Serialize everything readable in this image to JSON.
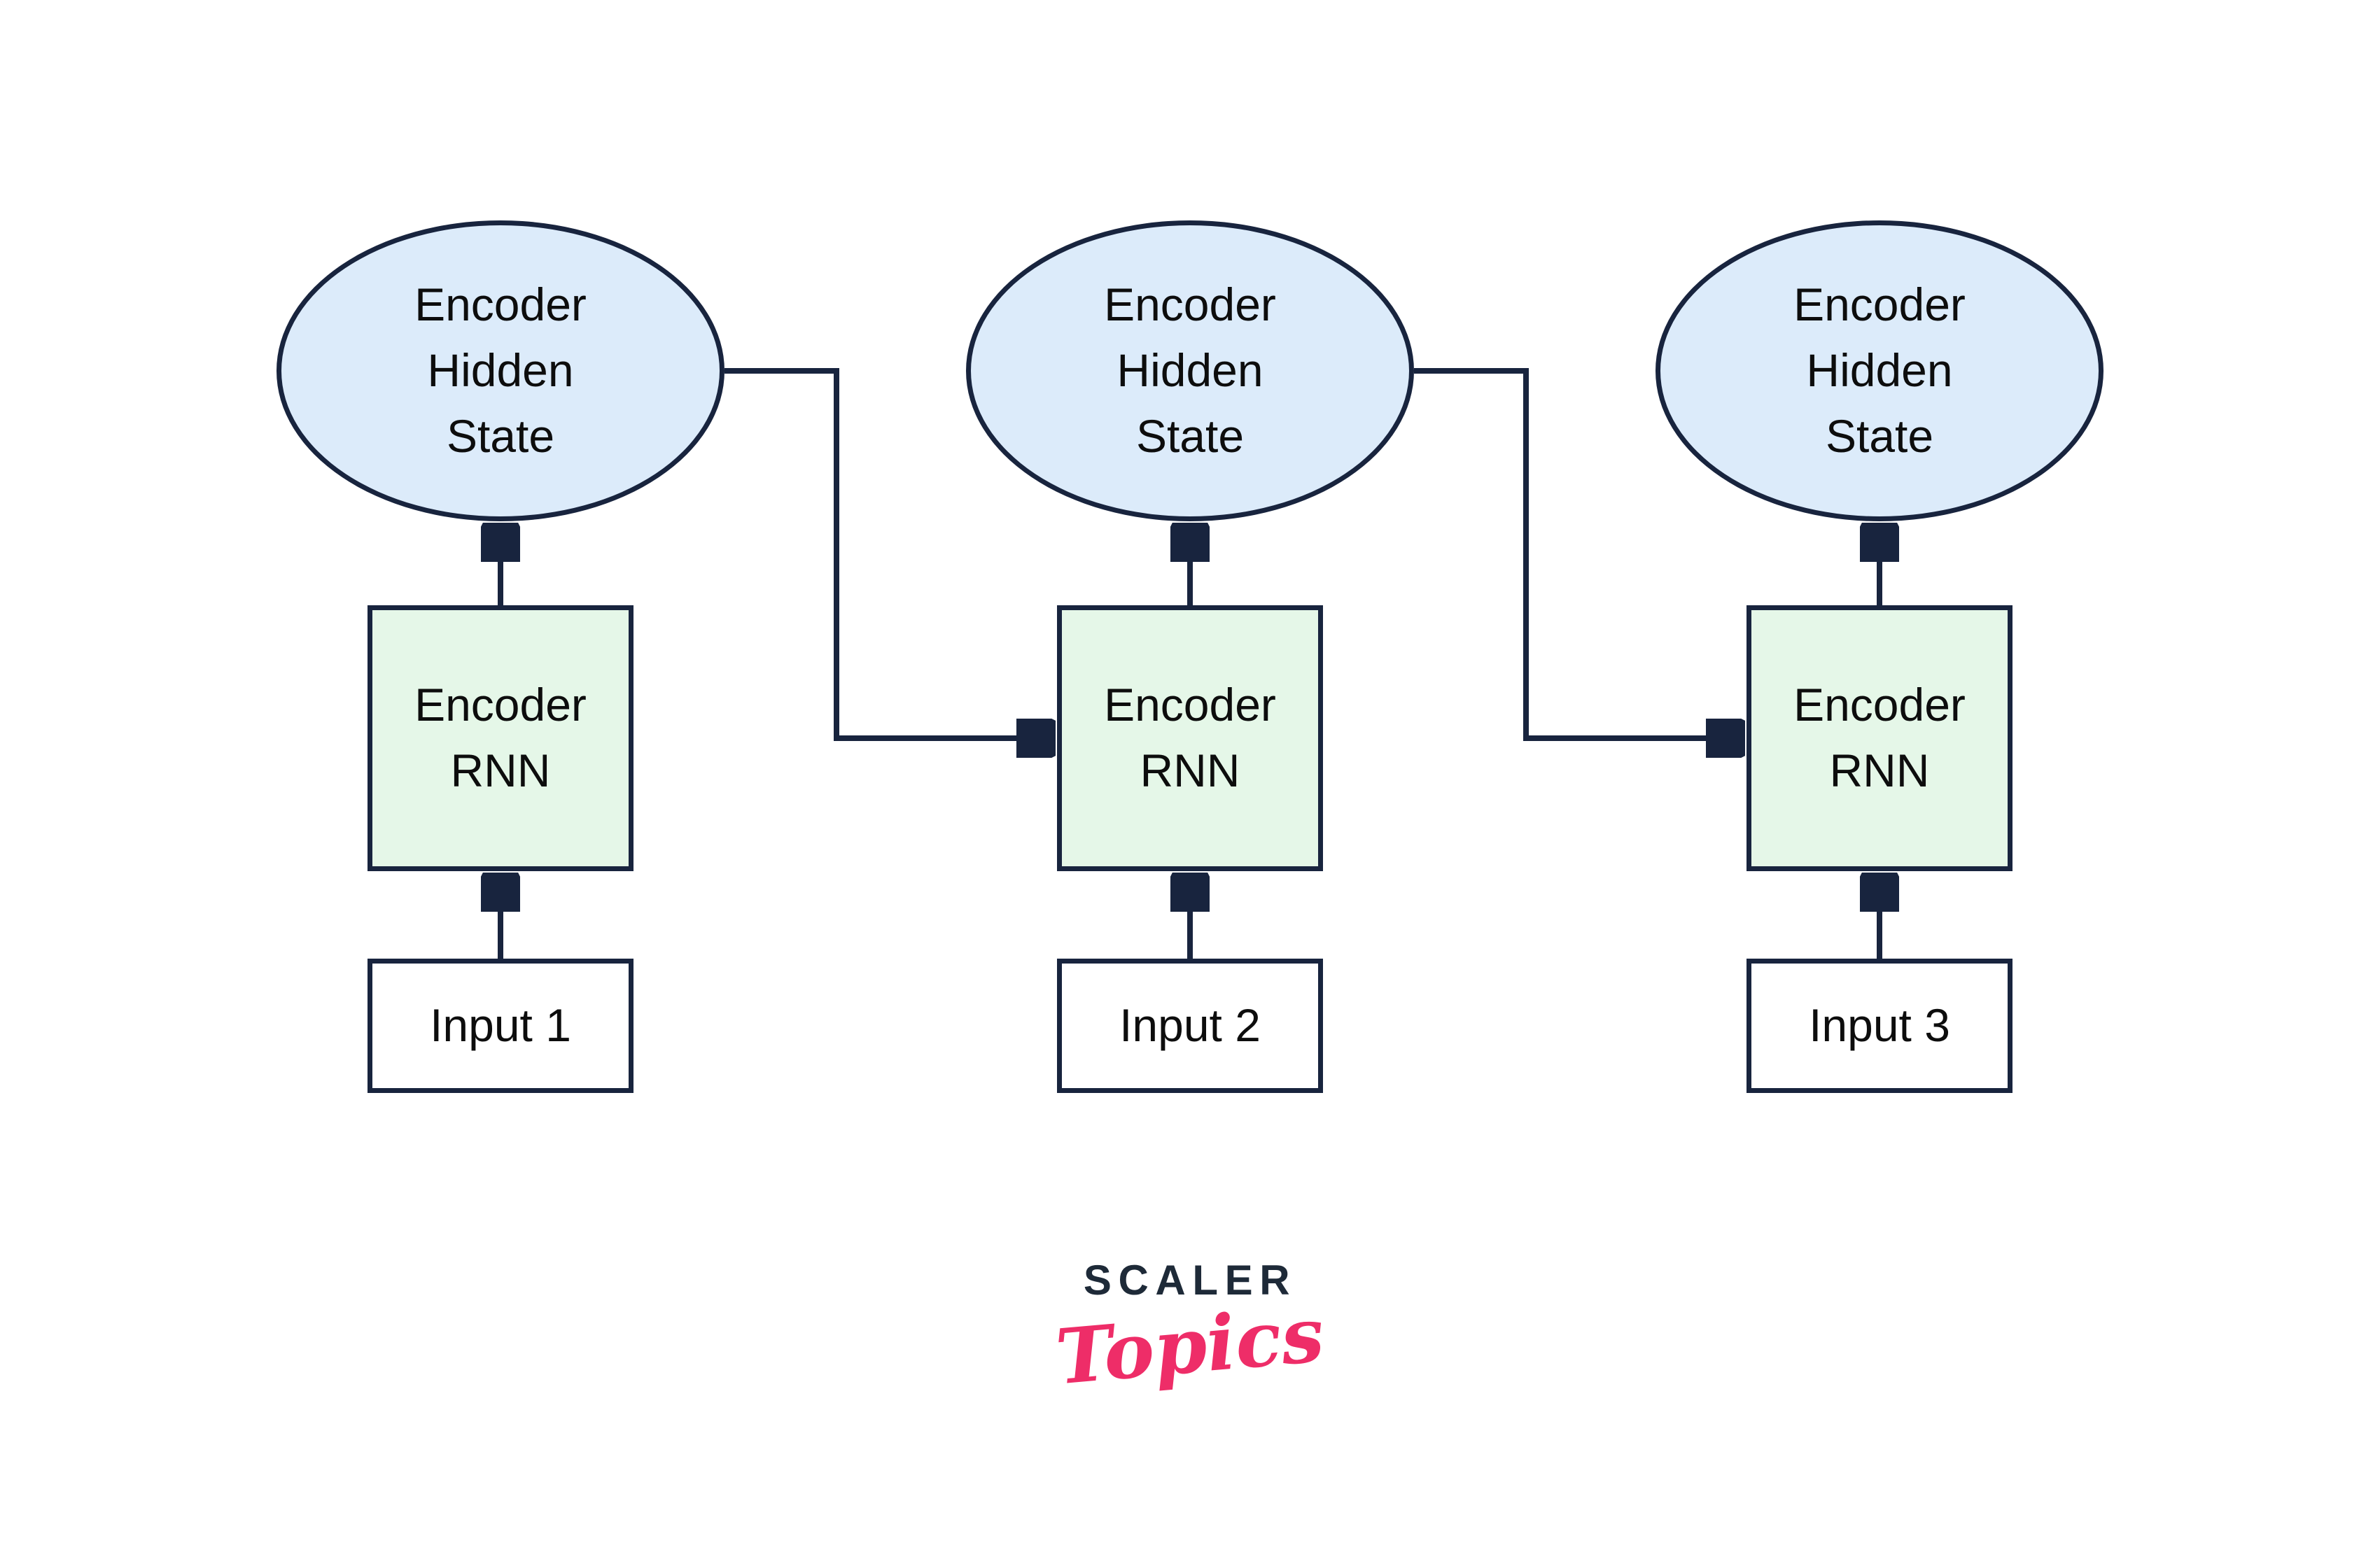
{
  "diagram": {
    "title_hint": "Encoder RNN unrolled over three time steps",
    "columns": [
      {
        "hidden_state_label": "Encoder\nHidden\nState",
        "rnn_label": "Encoder\nRNN",
        "input_label": "Input 1"
      },
      {
        "hidden_state_label": "Encoder\nHidden\nState",
        "rnn_label": "Encoder\nRNN",
        "input_label": "Input 2"
      },
      {
        "hidden_state_label": "Encoder\nHidden\nState",
        "rnn_label": "Encoder\nRNN",
        "input_label": "Input 3"
      }
    ],
    "colors": {
      "hidden_state_fill": "#dcebfa",
      "rnn_fill": "#e5f7e8",
      "input_fill": "#ffffff",
      "stroke": "#18243e",
      "text": "#0d0d0d"
    }
  },
  "logo": {
    "primary": "SCALER",
    "secondary": "Topics",
    "primary_color": "#1e2a38",
    "secondary_color": "#ee2d68"
  }
}
